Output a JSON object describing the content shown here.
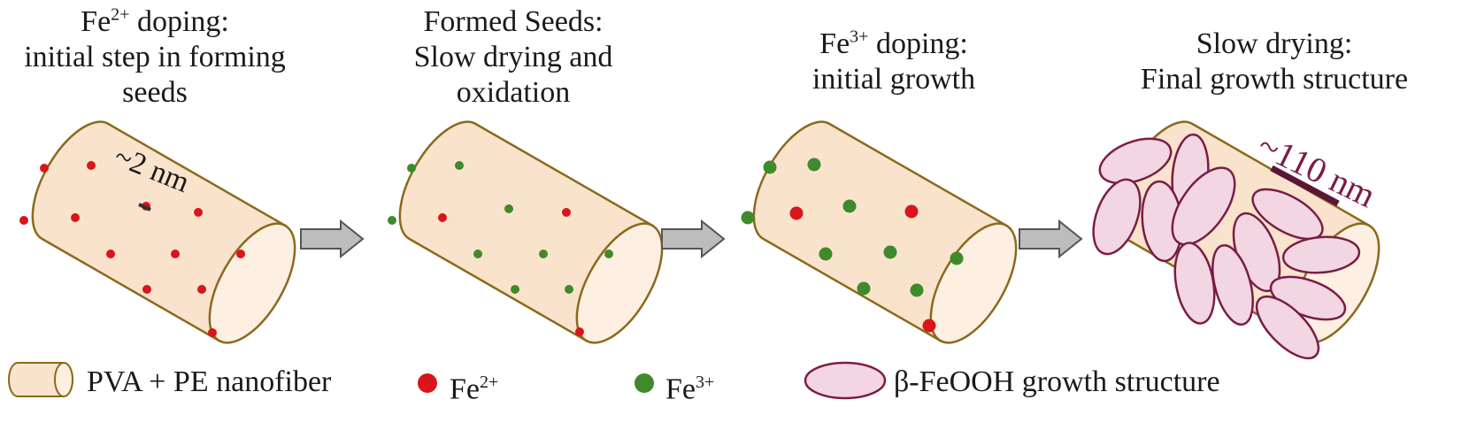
{
  "steps": [
    {
      "title_pre": "Fe",
      "title_sup": "2+",
      "title_post": " doping:",
      "line2": "initial step in forming",
      "line3": "seeds"
    },
    {
      "line1": "Formed Seeds:",
      "line2": "Slow drying and",
      "line3": "oxidation"
    },
    {
      "title_pre": "Fe",
      "title_sup": "3+",
      "title_post": " doping:",
      "line2": "initial growth"
    },
    {
      "line1": "Slow drying:",
      "line2": "Final growth structure"
    }
  ],
  "scale_labels": {
    "small": "~2 nm",
    "large": "~110 nm"
  },
  "legend": {
    "nanofiber": "PVA + PE nanofiber",
    "fe2_base": "Fe",
    "fe2_sup": "2+",
    "fe3_base": "Fe",
    "fe3_sup": "3+",
    "growth": "β-FeOOH growth structure"
  },
  "colors": {
    "fiber_fill": "#fae3cc",
    "fiber_stroke": "#8a6a1e",
    "fe2": "#d9151b",
    "fe3": "#3f8a2a",
    "growth_fill": "#f2d7e3",
    "growth_stroke": "#7a1d46",
    "arrow_fill": "#bdbdbd",
    "arrow_stroke": "#555555"
  }
}
